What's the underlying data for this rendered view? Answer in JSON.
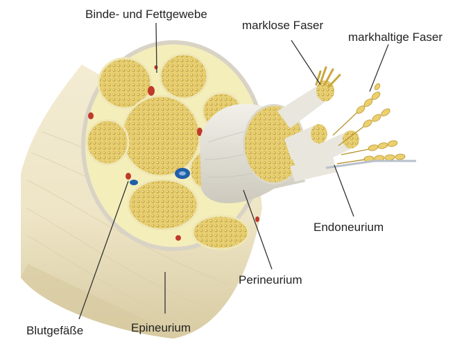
{
  "labels": {
    "connective_fat": "Binde- und Fettgewebe",
    "unmyelinated": "marklose Faser",
    "myelinated": "markhaltige Faser",
    "endoneurium": "Endoneurium",
    "perineurium": "Perineurium",
    "epineurium": "Epineurium",
    "vessels": "Blutgefäße"
  },
  "colors": {
    "background": "#ffffff",
    "epineurium_outer": "#efe6c9",
    "epineurium_shadow": "#cfc29a",
    "cut_face": "#f5efc0",
    "fascicle": "#e6cb6a",
    "fascicle_dot": "#b59a35",
    "perineurium_sheath": "#e4e1d8",
    "artery": "#c0392b",
    "vein": "#1f5fa8",
    "leader_line": "#333333"
  }
}
